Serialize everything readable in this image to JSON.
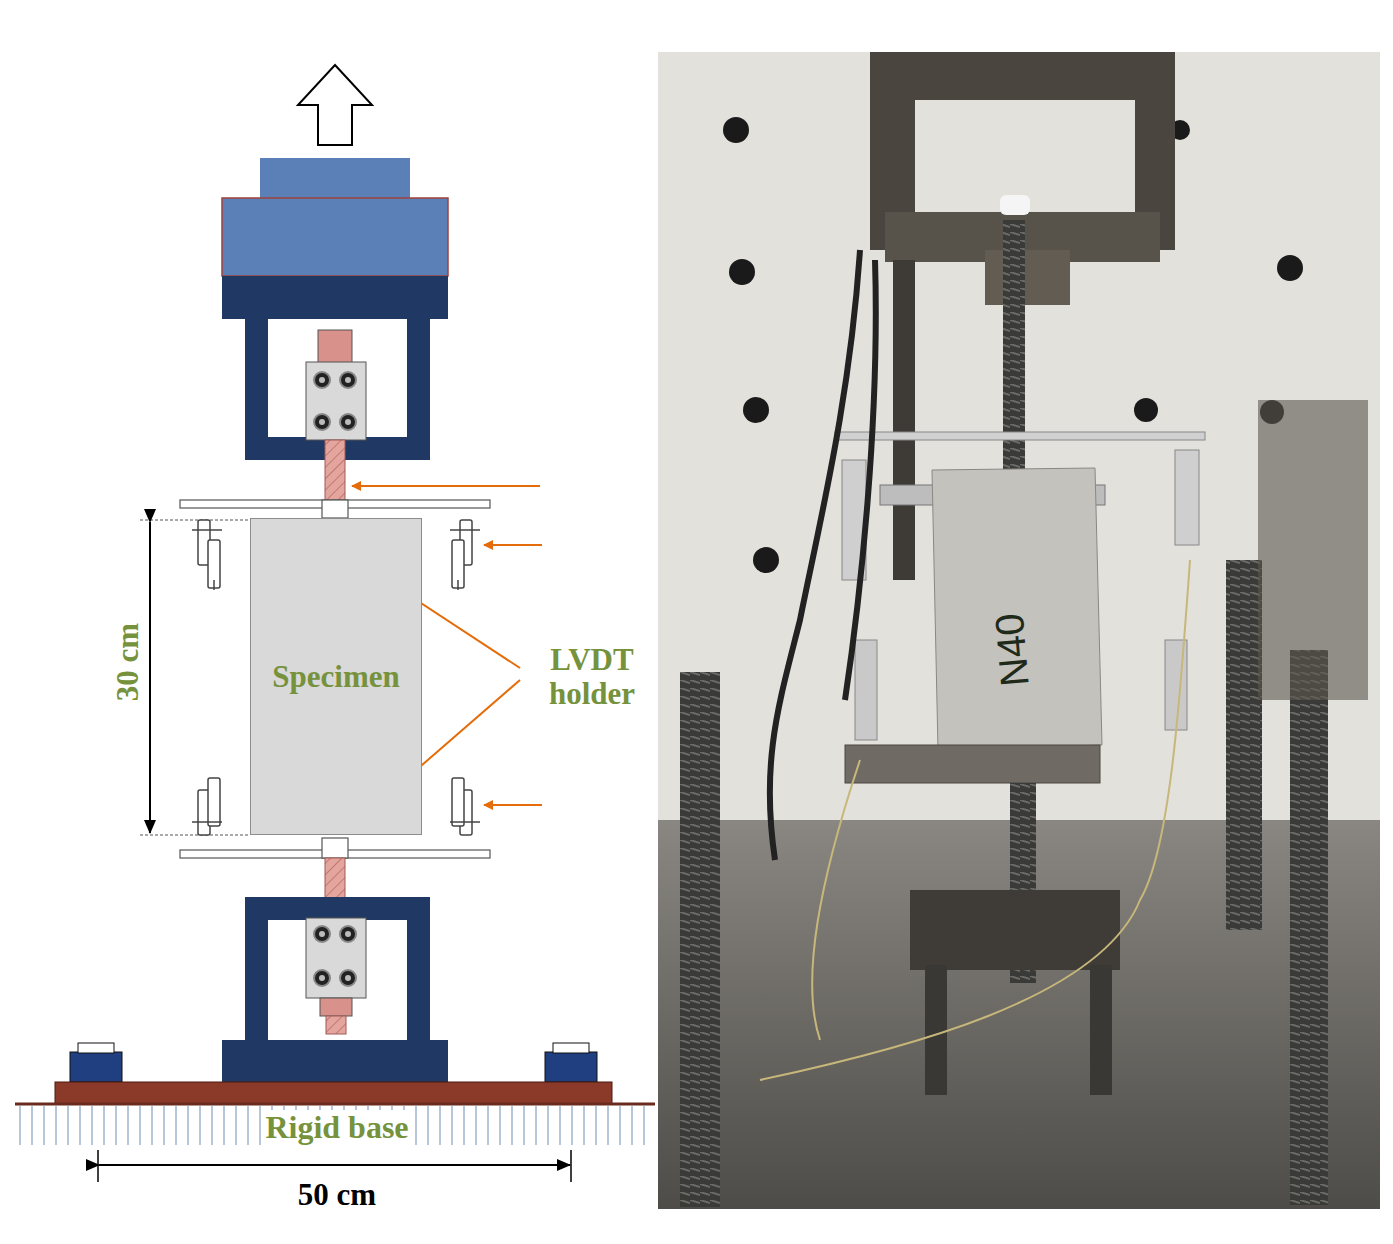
{
  "diagram": {
    "nodes": [
      {
        "text": [
          "Specimen"
        ]
      }
    ],
    "labels": [
      "30 cm",
      "LVDT holder",
      "Rigid base",
      "50 cm",
      "N40"
    ]
  }
}
